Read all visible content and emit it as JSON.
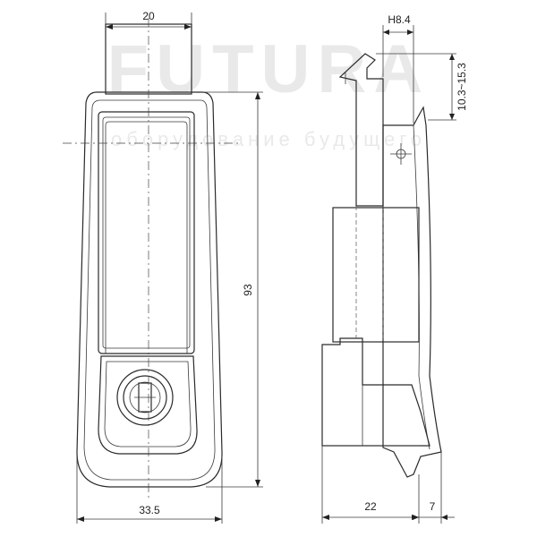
{
  "watermark": {
    "brand": "FUTURA",
    "tagline": "оборудование будущего"
  },
  "dimensions": {
    "top_width": "20",
    "height": "93",
    "bottom_width": "33.5",
    "hook_height": "H8.4",
    "hook_range": "10.3~15.3",
    "side_depth": "22",
    "flange": "7"
  },
  "colors": {
    "body_fill": "#ebebeb",
    "inner_fill": "#f4f4f4",
    "stroke": "#2a2a2a"
  }
}
